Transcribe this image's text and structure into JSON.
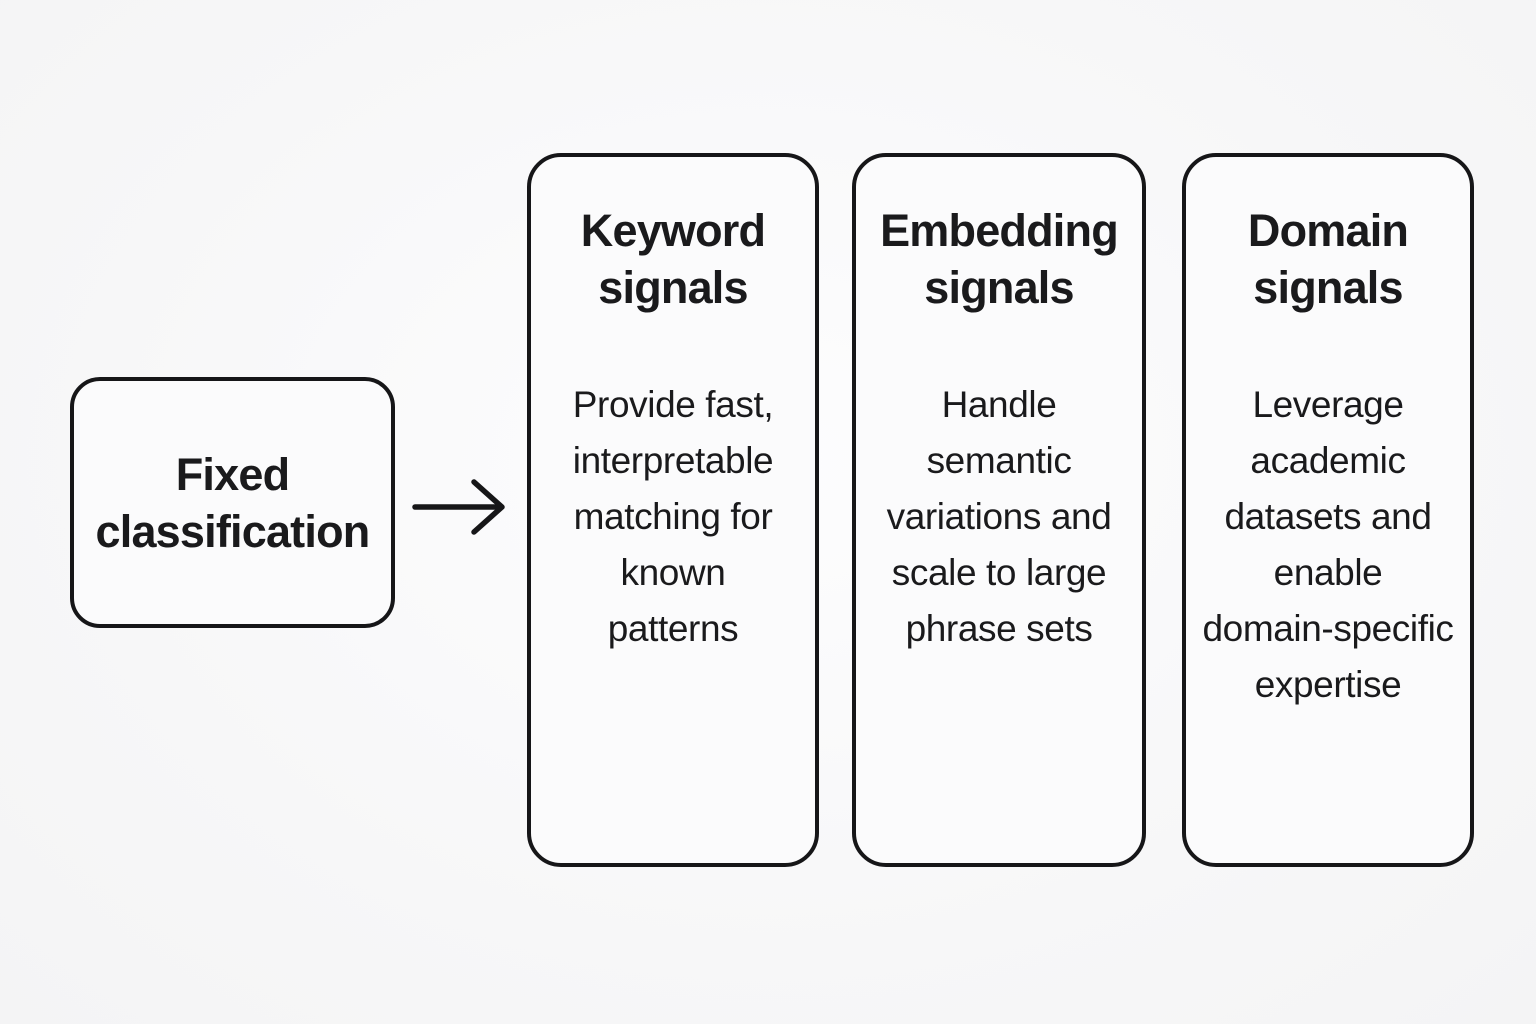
{
  "diagram": {
    "source_box": {
      "label": "Fixed\nclassification"
    },
    "arrow_icon": "right-arrow",
    "columns": [
      {
        "title": "Keyword\nsignals",
        "body": "Provide fast,\ninterpretable\nmatching for\nknown\npatterns"
      },
      {
        "title": "Embedding\nsignals",
        "body": "Handle\nsemantic\nvariations and\nscale to large\nphrase sets"
      },
      {
        "title": "Domain\nsignals",
        "body": "Leverage\nacademic\ndatasets and\nenable\ndomain-specific\nexpertise"
      }
    ],
    "colors": {
      "border": "#161618",
      "text": "#1a1a1c",
      "background": "#f6f6f7",
      "box_fill": "#fbfbfc"
    }
  }
}
